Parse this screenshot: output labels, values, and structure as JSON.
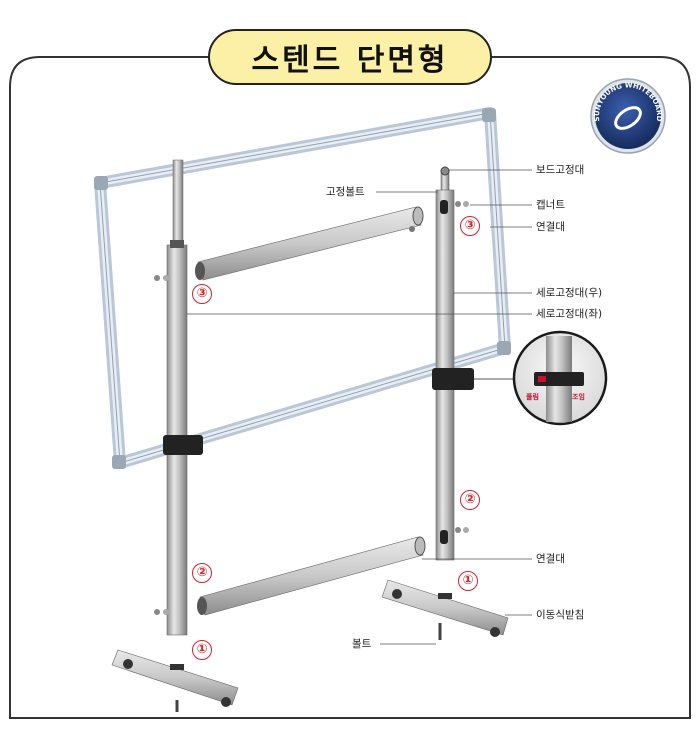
{
  "title": "스텐드 단면형",
  "brand": {
    "logo_text": "SUNYOUNG WHITEBOARD"
  },
  "labels": {
    "board_holder": "보드고정대",
    "fixing_bolt": "고정볼트",
    "cap_nut": "캡너트",
    "connector_top": "연결대",
    "vertical_right": "세로고정대(우)",
    "vertical_left": "세로고정대(좌)",
    "connector_bottom": "연결대",
    "caster_base": "이동식받침",
    "bolt": "볼트"
  },
  "inset": {
    "left_label": "풀림",
    "right_label": "조임"
  },
  "step_markers": [
    "③",
    "③",
    "②",
    "②",
    "①",
    "①"
  ],
  "colors": {
    "title_bg": "#fbf0a6",
    "marker_red": "#d0232a",
    "logo_navy": "#1f3a7a",
    "frame_line": "#333333"
  }
}
